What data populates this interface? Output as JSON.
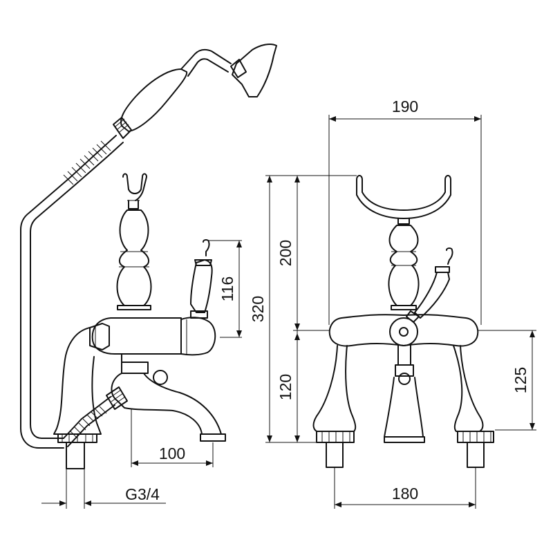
{
  "dimensions": {
    "overall_width": "190",
    "upper_height": "200",
    "total_height": "320",
    "lever_height": "116",
    "lower_height": "120",
    "leg_height": "125",
    "spout_reach": "100",
    "thread": "G3/4",
    "centres": "180"
  },
  "colors": {
    "line": "#111111",
    "background": "#ffffff"
  }
}
